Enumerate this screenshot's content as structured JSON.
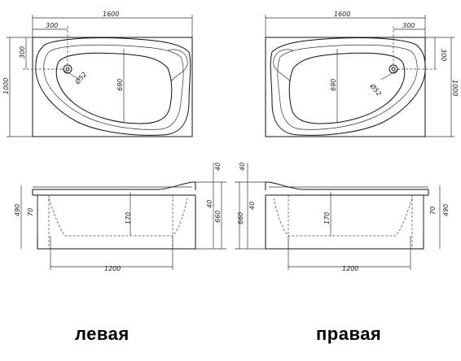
{
  "left_top": {
    "width": "1600",
    "offset": "300",
    "side_offset": "300",
    "depth": "1000",
    "inner": "690",
    "drain": "Ø52"
  },
  "right_top": {
    "width": "1600",
    "offset": "300",
    "side_offset": "300",
    "depth": "1000",
    "inner": "690",
    "drain": "Ø52"
  },
  "left_side": {
    "h_top": "40",
    "h_490": "490",
    "h_70": "70",
    "h_170": "170",
    "h_40b": "40",
    "h_660": "660",
    "bottom": "1200"
  },
  "right_side": {
    "h_top": "40",
    "h_490": "490",
    "h_70": "70",
    "h_170": "170",
    "h_40b": "40",
    "h_660": "660",
    "bottom": "1200"
  },
  "captions": {
    "left": "левая",
    "right": "правая"
  }
}
